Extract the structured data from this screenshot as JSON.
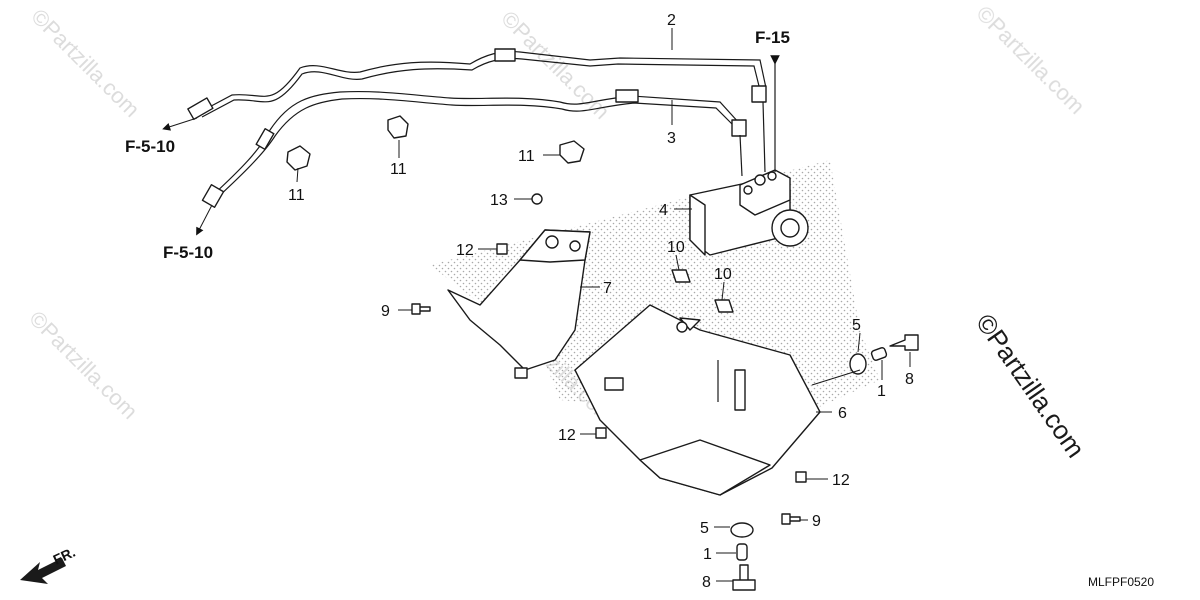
{
  "diagram": {
    "part_labels": {
      "p1": "1",
      "p1b": "1",
      "p2": "2",
      "p3": "3",
      "p4": "4",
      "p5": "5",
      "p5b": "5",
      "p6": "6",
      "p7": "7",
      "p8": "8",
      "p8b": "8",
      "p9": "9",
      "p9b": "9",
      "p10": "10",
      "p10b": "10",
      "p11a": "11",
      "p11b": "11",
      "p11c": "11",
      "p12a": "12",
      "p12b": "12",
      "p12c": "12",
      "p13": "13"
    },
    "references": {
      "f15": "F-15",
      "f510a": "F-5-10",
      "f510b": "F-5-10"
    },
    "direction_marker": "FR.",
    "diagram_code": "MLFPF0520",
    "watermarks": {
      "brand": "©Partzilla.com",
      "faint": "©Partzilla.com"
    }
  },
  "icons": {
    "direction": "front-direction-arrow-icon",
    "reference_arrow": "reference-arrow-icon"
  }
}
